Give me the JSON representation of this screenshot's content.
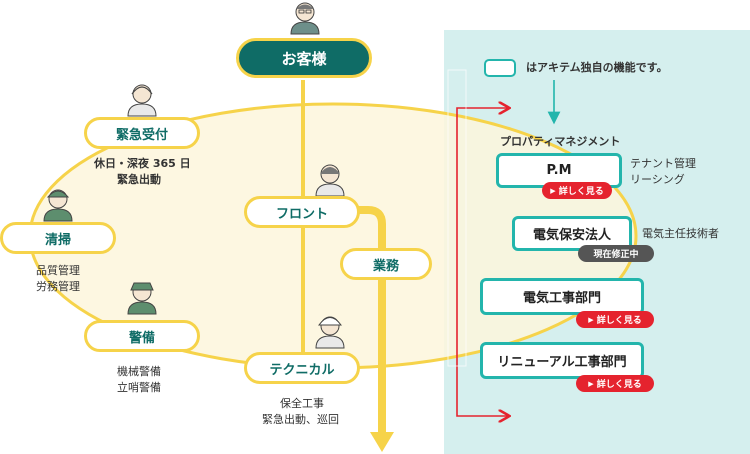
{
  "customer": {
    "label": "お客様"
  },
  "nodes": {
    "emergency": {
      "label": "緊急受付",
      "notes": [
        "休日・深夜 365 日",
        "緊急出動"
      ]
    },
    "cleaning": {
      "label": "清掃",
      "notes": [
        "品質管理",
        "労務管理"
      ]
    },
    "security": {
      "label": "警備",
      "notes": [
        "機械警備",
        "立哨警備"
      ]
    },
    "front": {
      "label": "フロント"
    },
    "technical": {
      "label": "テクニカル",
      "notes": [
        "保全工事",
        "緊急出動、巡回"
      ]
    },
    "business": {
      "label": "業務"
    }
  },
  "panel": {
    "legend_text": "はアキテム独自の機能です。",
    "group_label": "プロパティマネジメント",
    "boxes": [
      {
        "label": "P.M",
        "side": [
          "テナント管理",
          "リーシング"
        ],
        "button": "詳しく見る"
      },
      {
        "label": "電気保安法人",
        "side": [
          "電気主任技術者"
        ],
        "button": "現在修正中"
      },
      {
        "label": "電気工事部門",
        "button": "詳しく見る"
      },
      {
        "label": "リニューアル工事部門",
        "button": "詳しく見る"
      }
    ]
  },
  "colors": {
    "teal_dark": "#0f6c66",
    "teal": "#23b5ac",
    "yellow": "#f6d34a",
    "cream": "#fdf6dc",
    "panel_bg": "#d5efee",
    "red": "#e5232e"
  },
  "icons": [
    "customer-icon",
    "operator-icon",
    "cleaner-icon",
    "guard-icon",
    "front-staff-icon",
    "technician-icon"
  ]
}
